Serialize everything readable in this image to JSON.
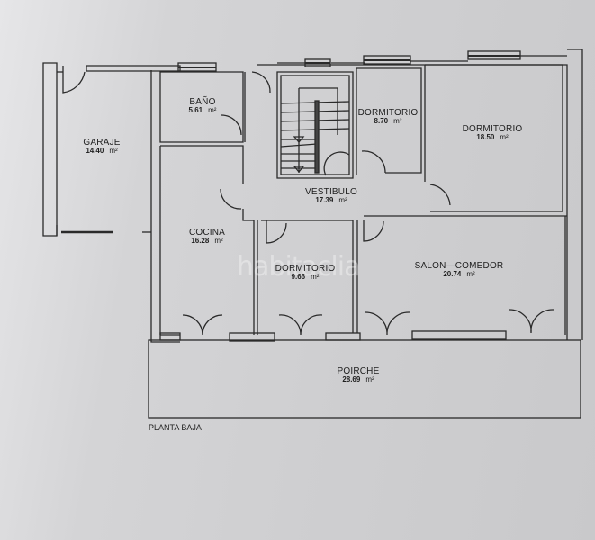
{
  "plan": {
    "floor_caption": "PLANTA BAJA",
    "watermark": "habitaclia",
    "area_unit": "m²",
    "rooms": [
      {
        "name": "GARAJE",
        "area": "14.40"
      },
      {
        "name": "BAÑO",
        "area": "5.61"
      },
      {
        "name": "DORMITORIO",
        "area": "8.70"
      },
      {
        "name": "DORMITORIO",
        "area": "18.50"
      },
      {
        "name": "VESTIBULO",
        "area": "17.39"
      },
      {
        "name": "COCINA",
        "area": "16.28"
      },
      {
        "name": "DORMITORIO",
        "area": "9.66"
      },
      {
        "name": "SALON—COMEDOR",
        "area": "20.74"
      },
      {
        "name": "POIRCHE",
        "area": "28.69"
      }
    ]
  }
}
